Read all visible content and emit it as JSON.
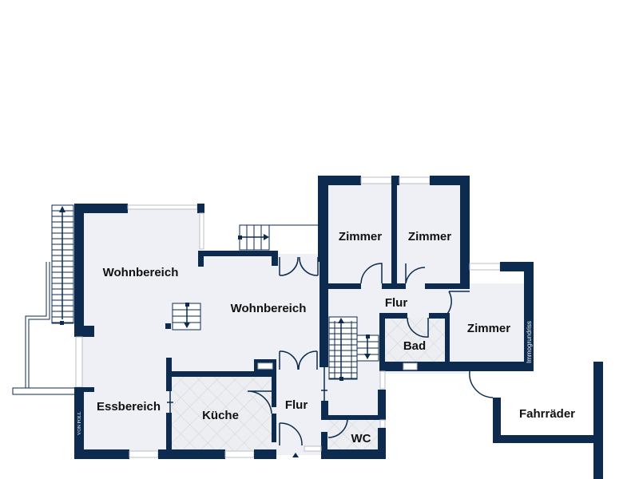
{
  "plan": {
    "colors": {
      "wall": "#0d2b4e",
      "floor": "#eef0f5",
      "tile_floor": "#eceef2"
    },
    "rooms": {
      "wohnbereich_1": "Wohnbereich",
      "wohnbereich_2": "Wohnbereich",
      "essbereich": "Essbereich",
      "kueche": "Küche",
      "flur_1": "Flur",
      "flur_2": "Flur",
      "zimmer_1": "Zimmer",
      "zimmer_2": "Zimmer",
      "zimmer_3": "Zimmer",
      "bad": "Bad",
      "wc": "WC",
      "fahrraeder": "Fahrräder"
    },
    "watermarks": {
      "von_poll": "VON POLL",
      "immogrundriss": "Immogrundriss"
    }
  }
}
